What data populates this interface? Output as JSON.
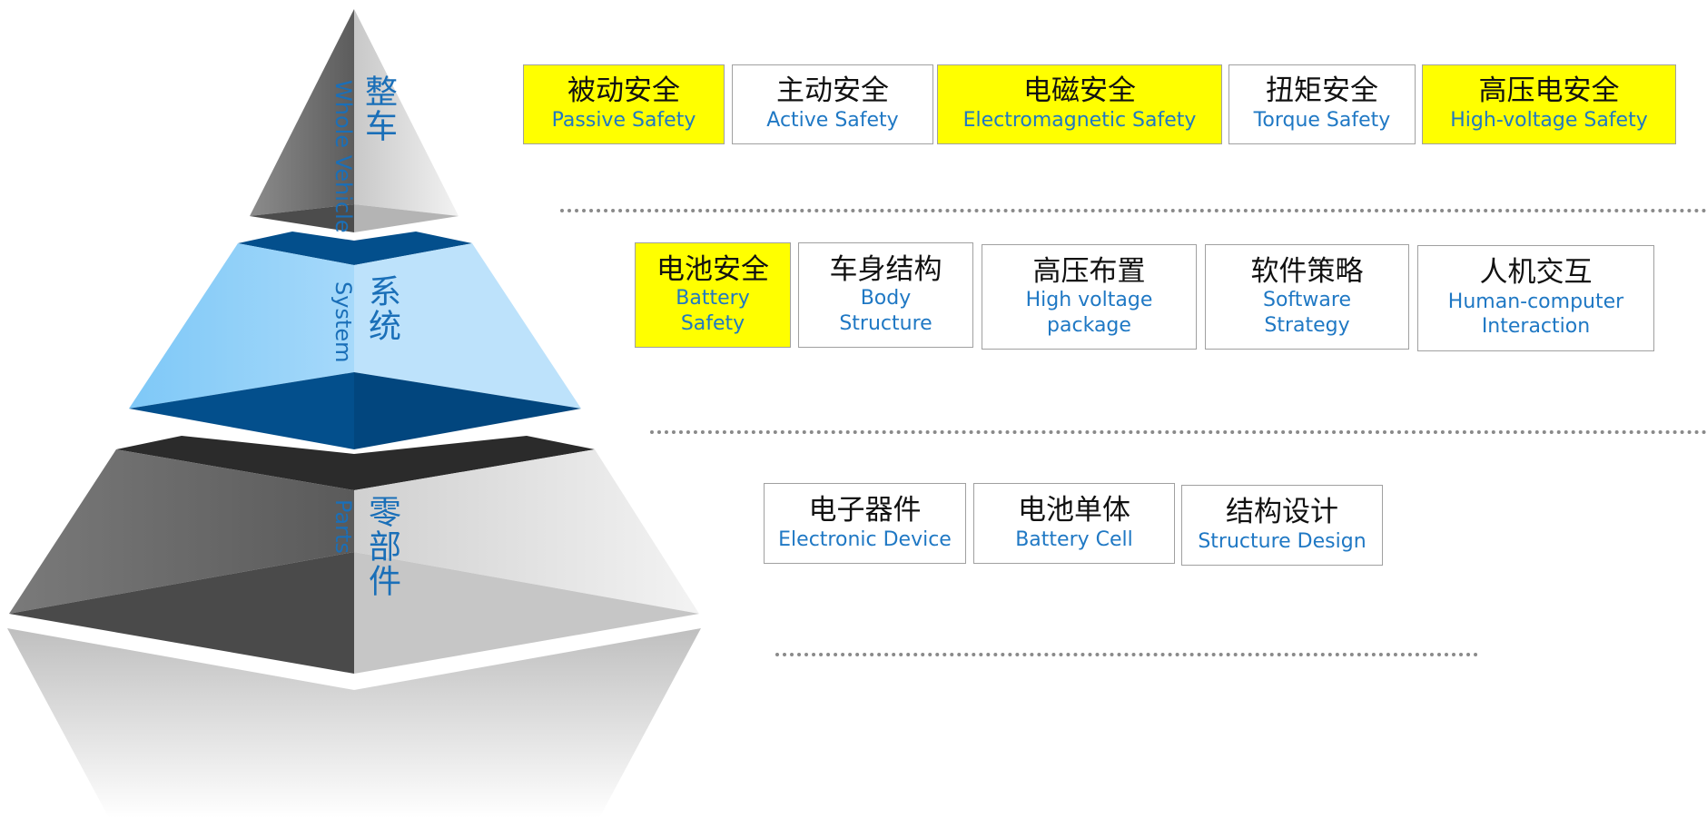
{
  "colors": {
    "highlight": "#ffff00",
    "english_text": "#1f78c4",
    "label_blue": "#1a6fb8",
    "system_light": "#bde2fb",
    "system_dark": "#034f8c"
  },
  "pyramid": {
    "top": {
      "cn": "整车",
      "en": "Whole Vehicle"
    },
    "middle": {
      "cn": "系统",
      "en": "System"
    },
    "bottom": {
      "cn": "零部件",
      "en": "Parts"
    }
  },
  "vehicle_row": [
    {
      "cn": "被动安全",
      "en": "Passive Safety",
      "highlight": true
    },
    {
      "cn": "主动安全",
      "en": "Active Safety",
      "highlight": false
    },
    {
      "cn": "电磁安全",
      "en": "Electromagnetic Safety",
      "highlight": true
    },
    {
      "cn": "扭矩安全",
      "en": "Torque Safety",
      "highlight": false
    },
    {
      "cn": "高压电安全",
      "en": "High-voltage Safety",
      "highlight": true
    }
  ],
  "system_row": [
    {
      "cn": "电池安全",
      "en_lines": [
        "Battery",
        "Safety"
      ],
      "highlight": true
    },
    {
      "cn": "车身结构",
      "en_lines": [
        "Body",
        "Structure"
      ],
      "highlight": false
    },
    {
      "cn": "高压布置",
      "en_lines": [
        "High voltage",
        "package"
      ],
      "highlight": false
    },
    {
      "cn": "软件策略",
      "en_lines": [
        "Software",
        "Strategy"
      ],
      "highlight": false
    },
    {
      "cn": "人机交互",
      "en_lines": [
        "Human-computer",
        "Interaction"
      ],
      "highlight": false
    }
  ],
  "parts_row": [
    {
      "cn": "电子器件",
      "en": "Electronic Device",
      "highlight": false
    },
    {
      "cn": "电池单体",
      "en": "Battery Cell",
      "highlight": false
    },
    {
      "cn": "结构设计",
      "en": "Structure Design",
      "highlight": false
    }
  ]
}
